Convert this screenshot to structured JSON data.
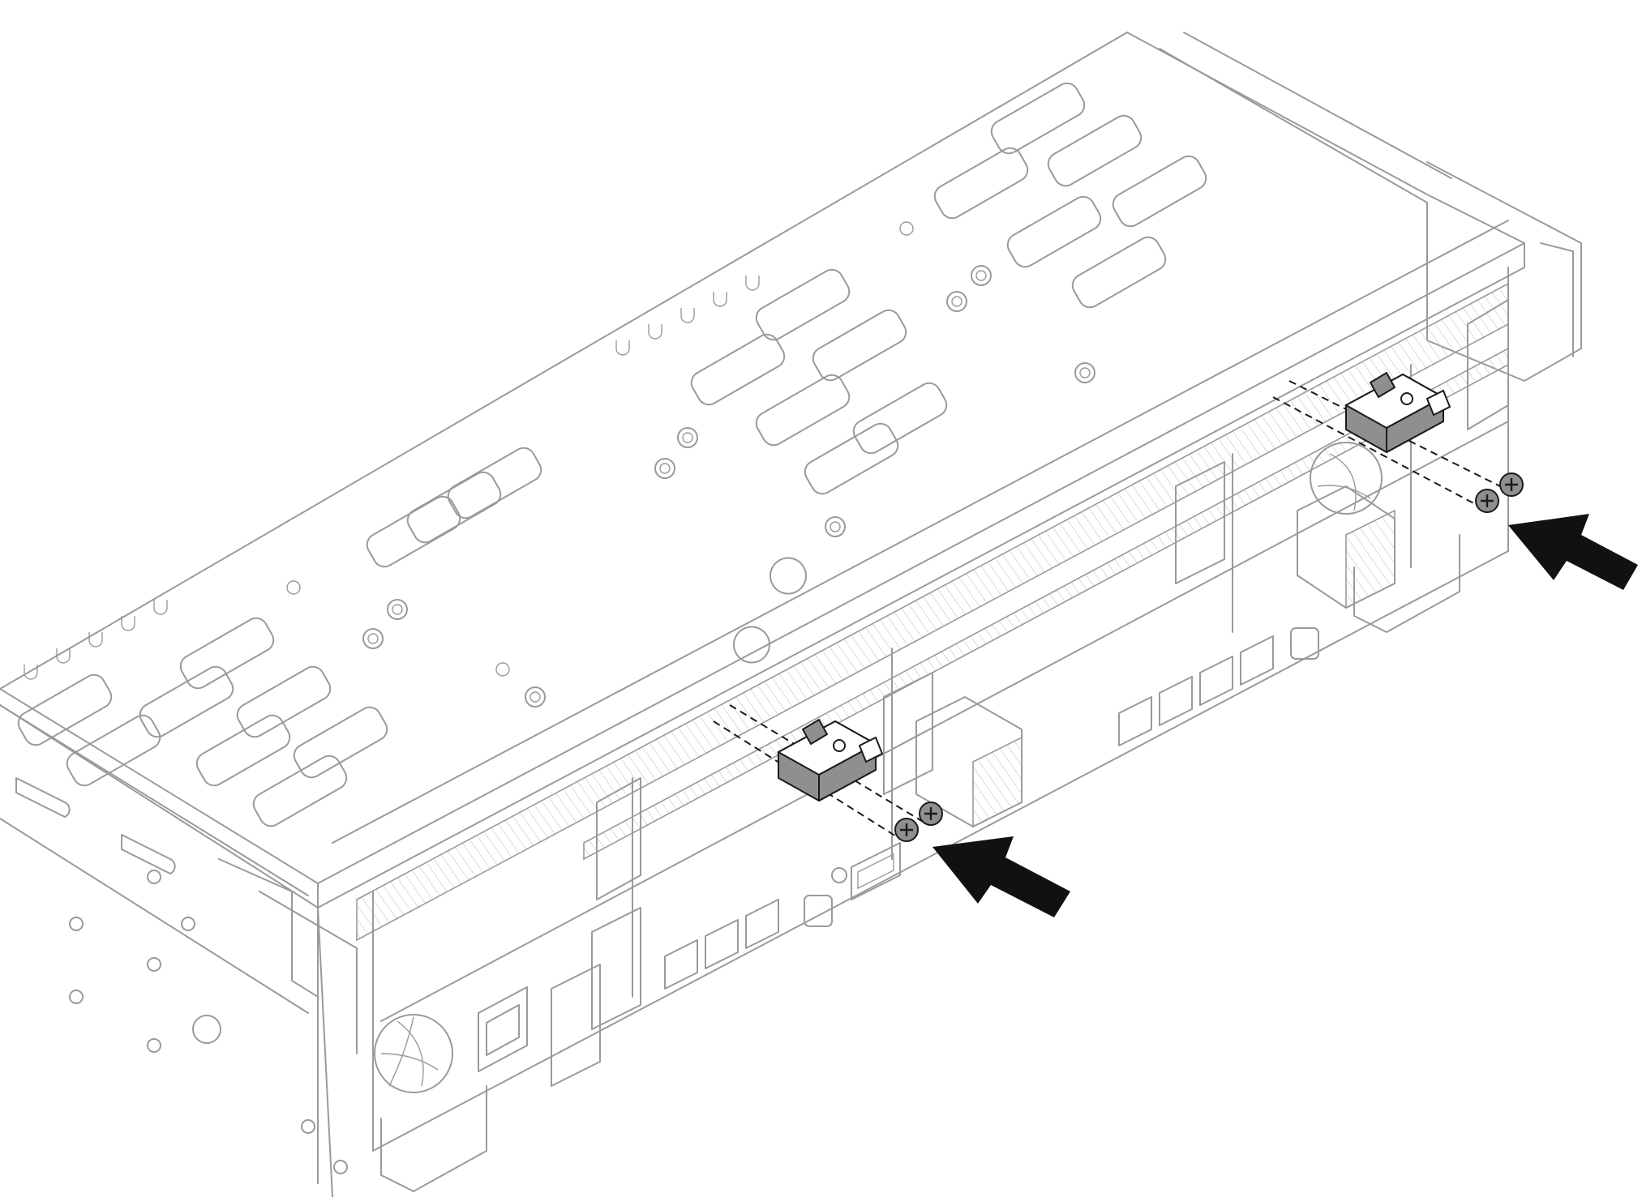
{
  "figure": {
    "subject": "server-chassis-rear",
    "callouts": [
      {
        "id": "bracket-left",
        "arrow": "arrow-left",
        "screws": 2
      },
      {
        "id": "bracket-right",
        "arrow": "arrow-right",
        "screws": 2
      }
    ]
  },
  "colors": {
    "line": "#9a9a9a",
    "part": "#8f8f8f",
    "part_edge": "#1a1a1a",
    "arrow": "#111111"
  },
  "icons": [
    "arrow-icon",
    "screw-icon",
    "bracket-icon",
    "fan-icon",
    "vga-port-icon",
    "rj45-port-icon"
  ]
}
